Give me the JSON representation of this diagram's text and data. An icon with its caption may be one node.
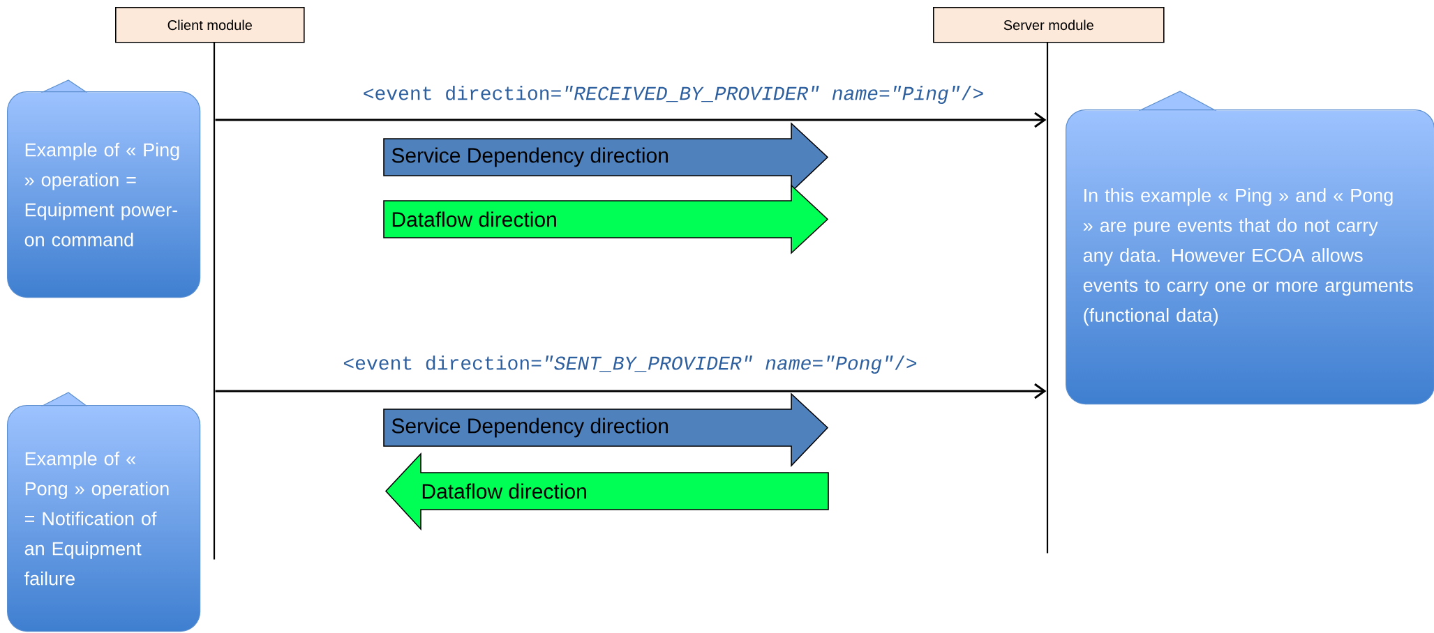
{
  "diagram": {
    "nodes": [
      {
        "text": [
          "Client module"
        ]
      },
      {
        "text": [
          "Server module"
        ]
      },
      {
        "text": [],
        "shape": "bar"
      },
      {
        "text": [],
        "shape": "bar"
      },
      {
        "text": [
          "Example of « Ping » operation = Equipment power-on command"
        ]
      },
      {
        "text": [
          "Service Dependency direction"
        ]
      },
      {
        "text": [
          "Dataflow direction"
        ]
      },
      {
        "text": [
          "In this example « Ping » and « Pong » are pure events that do not carry any data. However ECOA allows events to carry one or more arguments (functional data)"
        ]
      },
      {
        "text": [
          "Service Dependency direction"
        ]
      },
      {
        "text": [
          "Dataflow direction"
        ]
      },
      {
        "text": [
          "Example of « Pong » operation = Notification of an Equipment failure"
        ]
      }
    ],
    "edges": [
      {
        "from": 2,
        "to": 3,
        "arrow": "to",
        "label": "<event direction=*\"RECEIVED_BY_PROVIDER\"* *name*=*\"Ping\"*/>"
      },
      {
        "from": 2,
        "to": 3,
        "arrow": "to",
        "label": "<event direction=*\"SENT_BY_PROVIDER\"* *name*=*\"Pong\"*/>"
      }
    ]
  }
}
